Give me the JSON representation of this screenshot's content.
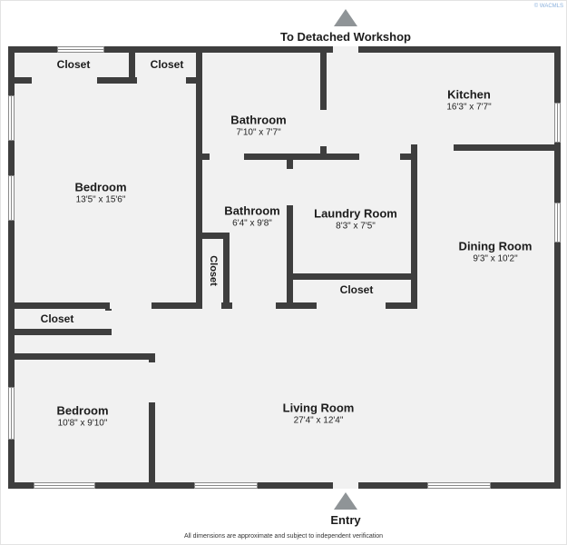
{
  "page": {
    "workshop_label": "To Detached Workshop",
    "entry_label": "Entry",
    "disclaimer": "All dimensions are approximate and subject to independent verification",
    "watermark": "© WACMLS"
  },
  "rooms": {
    "closet_top_a": {
      "name": "Closet"
    },
    "closet_top_b": {
      "name": "Closet"
    },
    "bathroom_top": {
      "name": "Bathroom",
      "dims": "7'10\" x 7'7\""
    },
    "kitchen": {
      "name": "Kitchen",
      "dims": "16'3\" x 7'7\""
    },
    "bedroom_main": {
      "name": "Bedroom",
      "dims": "13'5\" x 15'6\""
    },
    "bathroom_mid": {
      "name": "Bathroom",
      "dims": "6'4\" x 9'8\""
    },
    "laundry": {
      "name": "Laundry Room",
      "dims": "8'3\" x 7'5\""
    },
    "dining": {
      "name": "Dining Room",
      "dims": "9'3\" x 10'2\""
    },
    "closet_hall_vertical": {
      "name": "Closet"
    },
    "closet_laundry": {
      "name": "Closet"
    },
    "closet_mid_left": {
      "name": "Closet"
    },
    "bedroom_second": {
      "name": "Bedroom",
      "dims": "10'8\" x 9'10\""
    },
    "living": {
      "name": "Living Room",
      "dims": "27'4\" x 12'4\""
    }
  },
  "colors": {
    "wall": "#3e3e3e",
    "floor": "#f1f1f1",
    "arrow": "#8f9497",
    "text": "#1c1c1c"
  }
}
